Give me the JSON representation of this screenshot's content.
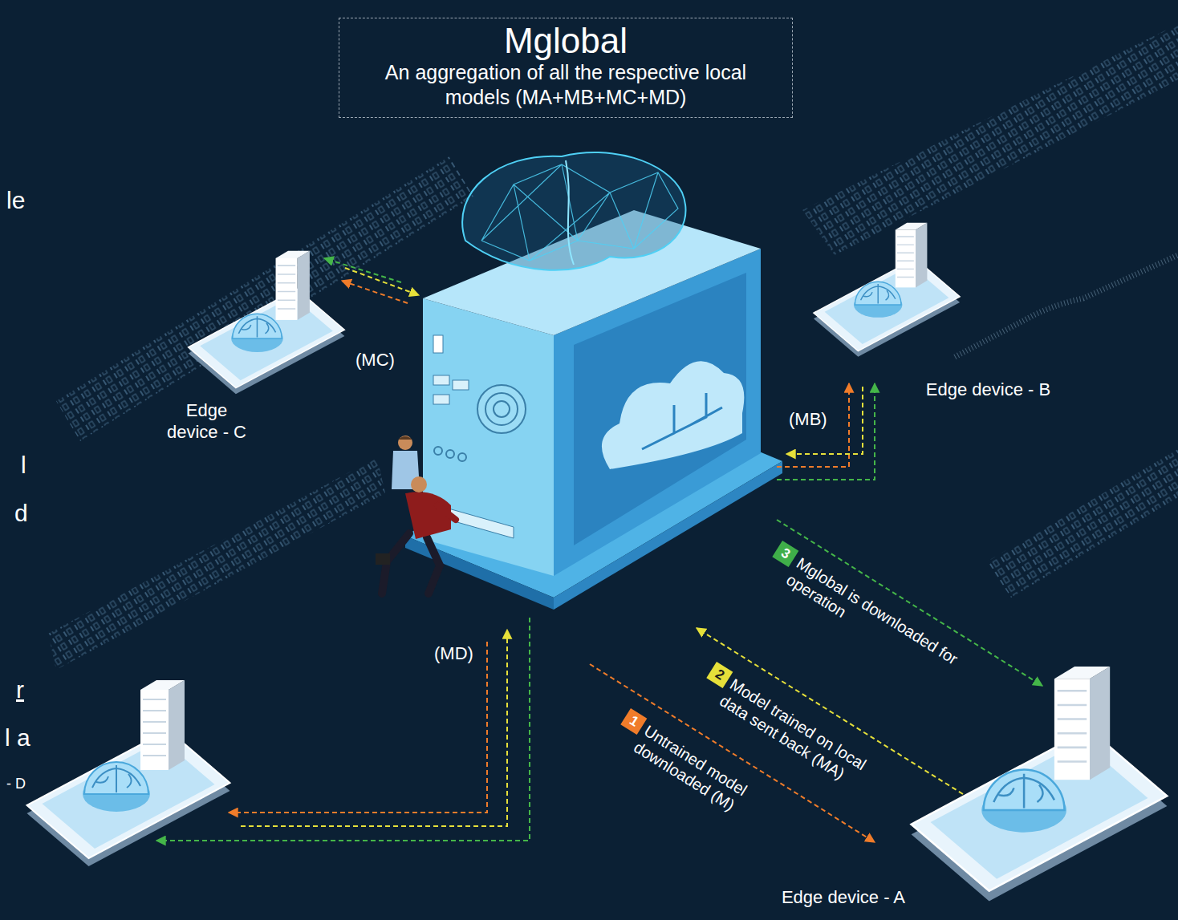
{
  "diagram": {
    "nodes": [
      {
        "text": [
          "Mglobal",
          "An aggregation of all the respective local models (MA+MB+MC+MD)"
        ]
      },
      {
        "text": [
          "Edge device - C"
        ]
      },
      {
        "text": [
          "Edge device - B"
        ]
      },
      {
        "text": [
          "Edge device - A"
        ]
      }
    ],
    "labels": [
      "le",
      "l",
      "d",
      "r",
      "l a",
      "- D",
      "(MC)",
      "(MB)",
      "(MD)",
      "3",
      "Mglobal is downloaded for operation",
      "2",
      "Model trained on local data sent back (MA)",
      "1",
      "Untrained model downloaded (M)"
    ]
  }
}
